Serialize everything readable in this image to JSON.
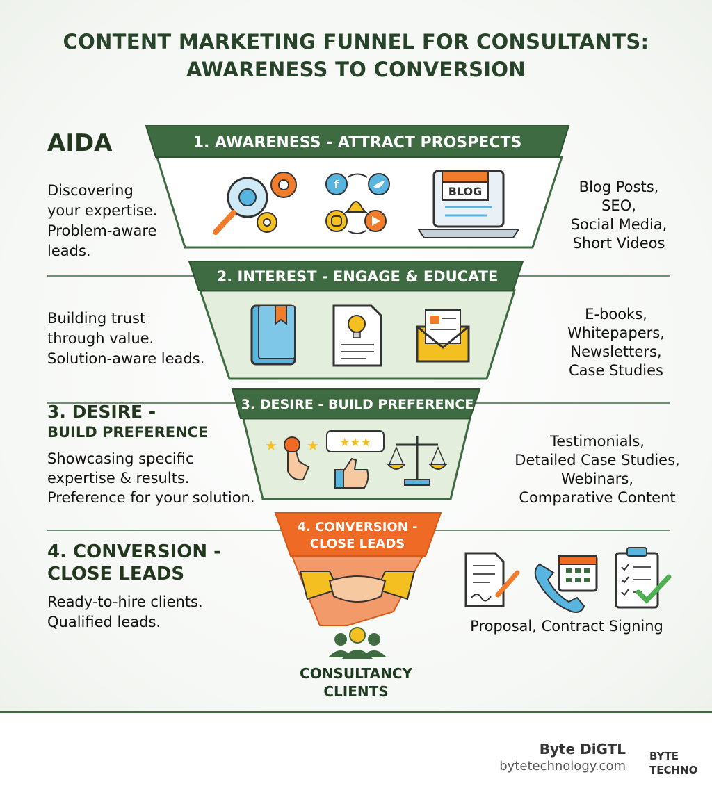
{
  "title": {
    "line1": "CONTENT MARKETING FUNNEL FOR CONSULTANTS:",
    "line2": "AWARENESS TO CONVERSION"
  },
  "aida": "AIDA",
  "stages": [
    {
      "band_label": "1. AWARENESS - ATTRACT PROSPECTS",
      "left": [
        "Discovering",
        "your expertise.",
        "Problem-aware",
        "leads."
      ],
      "right": [
        "Blog Posts,",
        "SEO,",
        "Social Media,",
        "Short Videos"
      ],
      "icons": [
        "magnifier-gears-icon",
        "social-media-cycle-icon",
        "blog-laptop-icon"
      ],
      "icon_text": "BLOG",
      "color": "#3e6b41"
    },
    {
      "band_label": "2. INTEREST - ENGAGE & EDUCATE",
      "left": [
        "Building trust",
        "through value.",
        "Solution-aware leads."
      ],
      "right": [
        "E-books,",
        "Whitepapers,",
        "Newsletters,",
        "Case Studies"
      ],
      "icons": [
        "ebook-icon",
        "whitepaper-lightbulb-icon",
        "newsletter-envelope-icon"
      ],
      "color": "#3e6b41"
    },
    {
      "band_label": "3. DESIRE - BUILD PREFERENCE",
      "left_heading": [
        "3. DESIRE -",
        "BUILD PREFERENCE"
      ],
      "left": [
        "Showcasing specific",
        "expertise & results.",
        "Preference for your solution."
      ],
      "right": [
        "Testimonials,",
        "Detailed Case Studies,",
        "Webinars,",
        "Comparative Content"
      ],
      "icons": [
        "star-click-icon",
        "rating-thumbs-up-icon",
        "balance-scale-icon"
      ],
      "color": "#3e6b41"
    },
    {
      "band_label": [
        "4. CONVERSION -",
        "CLOSE LEADS"
      ],
      "left_heading": [
        "4. CONVERSION -",
        "CLOSE LEADS"
      ],
      "left": [
        "Ready-to-hire clients.",
        "Qualified leads."
      ],
      "right": [
        "Proposal, Contract Signing"
      ],
      "icons": [
        "handshake-icon",
        "contract-pen-icon",
        "phone-calendar-icon",
        "checklist-icon"
      ],
      "color": "#ee6a25"
    }
  ],
  "clients": [
    "CONSULTANCY",
    "CLIENTS"
  ],
  "footer": {
    "brand": "Byte DiGTL",
    "url": "bytetechnology.com",
    "logo_lines": [
      "BYTE",
      "TECHNO"
    ]
  },
  "colors": {
    "dark_green": "#3e6b41",
    "light_green": "#e3eedd",
    "orange": "#ee6a25",
    "icon_orange": "#f07c2c",
    "icon_blue": "#58b5df",
    "icon_yellow": "#f4c021",
    "title_green": "#27432a"
  }
}
